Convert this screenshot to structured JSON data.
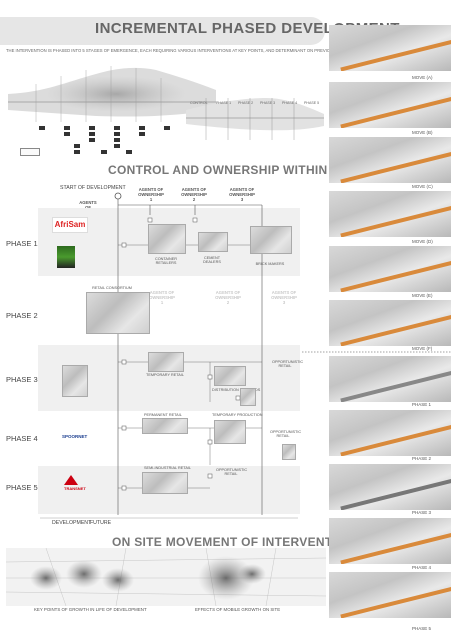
{
  "header": {
    "title": "INCREMENTAL PHASED DEVELOPMENT",
    "subtitle": "THE INTERVENTION IS PHASED INTO 5 STAGES OF EMERGENCE, EACH REQUIRING VARIOUS INTERVENTIONS AT KEY POINTS, AND DETERMINANT ON PREVIOUS GROWTH RATES"
  },
  "phase_timeline": {
    "labels": [
      "CONTROL",
      "PHASE 1",
      "PHASE 2",
      "PHASE 3",
      "PHASE 4",
      "PHASE 5"
    ]
  },
  "control_section": {
    "title": "CONTROL AND OWNERSHIP WITHIN DEVELOPMENT",
    "start_label": "START OF DEVELOPMENT",
    "agents_control": "AGENTS OF CONTROL",
    "agents": [
      {
        "label": "AGENTS OF OWNERSHIP",
        "num": "1"
      },
      {
        "label": "AGENTS OF OWNERSHIP",
        "num": "2"
      },
      {
        "label": "AGENTS OF OWNERSHIP",
        "num": "3"
      }
    ],
    "faint_agents": [
      {
        "label": "AGENTS OF OWNERSHIP",
        "num": "1"
      },
      {
        "label": "AGENTS OF OWNERSHIP",
        "num": "2"
      },
      {
        "label": "AGENTS OF OWNERSHIP",
        "num": "3"
      }
    ],
    "phases": [
      "PHASE 1",
      "PHASE 2",
      "PHASE 3",
      "PHASE 4",
      "PHASE 5"
    ],
    "logos": {
      "afrisam_a": "Afri",
      "afrisam_b": "Sam",
      "spoornet": "SPOORNET",
      "transnet": "TRANSNET"
    },
    "items": {
      "p1_a": "CONTAINER RETAILERS",
      "p1_b": "CEMENT DEALERS",
      "p1_c": "BRICK MAKERS",
      "p2_a": "RETAIL CONSORTIUM",
      "p3_a": "TEMPORARY RETAIL",
      "p3_b": "DISTRIBUTION OF GOODS",
      "p3_c": "OPPORTUNISTIC RETAIL",
      "p4_a": "PERMANENT RETAIL",
      "p4_b": "TEMPORARY PRODUCTION",
      "p4_c": "OPPORTUNISTIC RETAIL",
      "p5_a": "SEMI-INDUSTRIAL RETAIL",
      "p5_b": "OPPORTUNISTIC RETAIL"
    },
    "footer": {
      "dev": "DEVELOPMENT",
      "future": "FUTURE"
    }
  },
  "movement_section": {
    "title": "ON SITE MOVEMENT OF INTERVENTION",
    "left_caption": "KEY POINTS OF GROWTH IN LIFE OF DEVELOPMENT",
    "right_caption": "EFFECTS OF MOBILE GROWTH ON SITE"
  },
  "right_column": {
    "labels": [
      "MOVE (A)",
      "MOVE (B)",
      "MOVE (C)",
      "MOVE (D)",
      "MOVE (E)",
      "MOVE (F)",
      "PHASE 1",
      "PHASE 2",
      "PHASE 3",
      "PHASE 4",
      "PHASE 5"
    ]
  },
  "colors": {
    "accent": "#d98a3b",
    "band": "#f0f0f0",
    "text": "#555555",
    "logo_blue": "#1a3d8f",
    "logo_red": "#cc1111"
  }
}
